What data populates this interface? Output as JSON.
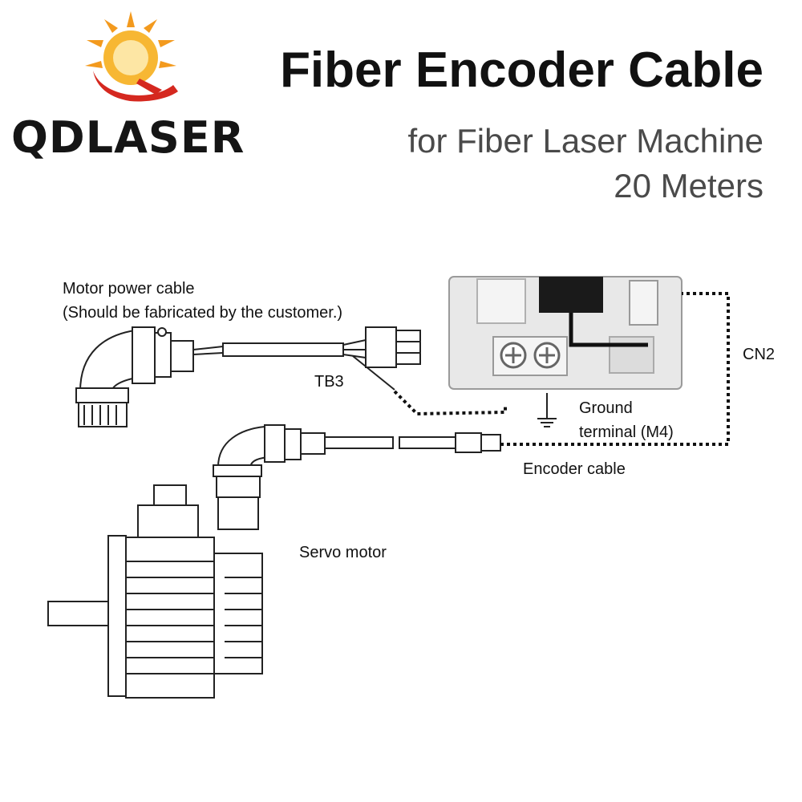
{
  "brand": {
    "logo_text": "QDLASER",
    "sun_color": "#f39a1e",
    "swoosh_color": "#d5281f"
  },
  "header": {
    "title": "Fiber Encoder Cable",
    "subtitle_line1": "for Fiber Laser Machine",
    "subtitle_line2": "20 Meters"
  },
  "labels": {
    "motor_power_cable": "Motor power cable",
    "motor_power_note": "(Should be fabricated by the customer.)",
    "tb3": "TB3",
    "ground_line1": "Ground",
    "ground_line2": "terminal (M4)",
    "encoder_cable": "Encoder cable",
    "cn2": "CN2",
    "servo_motor": "Servo motor"
  },
  "icons": {
    "logo": "qdlaser-sun-logo",
    "servo_drive": "servo-drive-icon",
    "servo_motor": "servo-motor-icon",
    "ground": "ground-symbol-icon"
  }
}
